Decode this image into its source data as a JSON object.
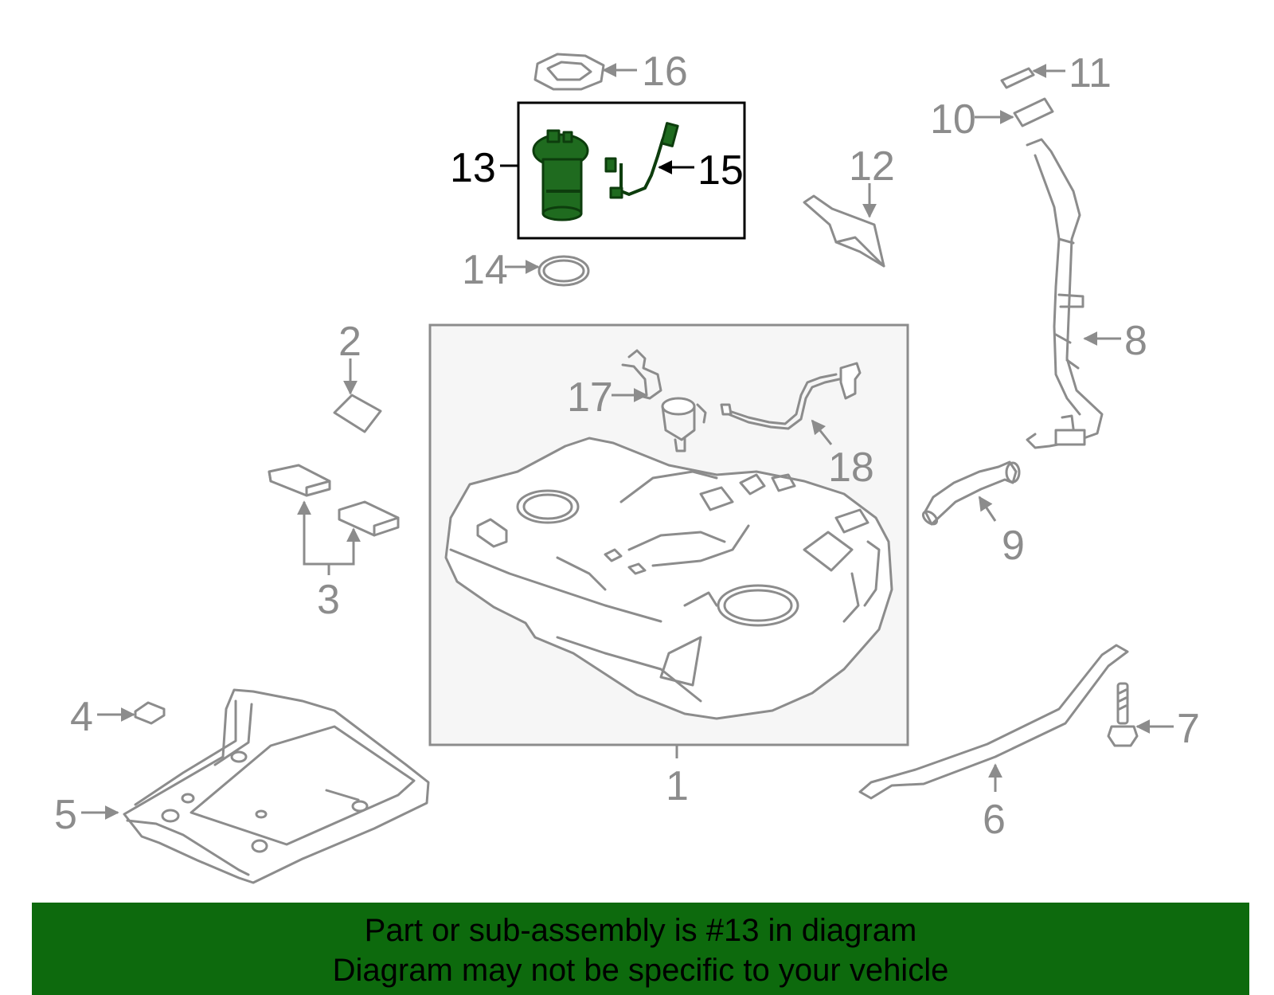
{
  "colors": {
    "part_stroke": "#8c8c8c",
    "highlight_fill": "#1f6b1f",
    "banner_bg": "#0d6a0d",
    "inset_bg": "#f6f6f6"
  },
  "callouts": {
    "c1": "1",
    "c2": "2",
    "c3": "3",
    "c4": "4",
    "c5": "5",
    "c6": "6",
    "c7": "7",
    "c8": "8",
    "c9": "9",
    "c10": "10",
    "c11": "11",
    "c12": "12",
    "c13": "13",
    "c14": "14",
    "c15": "15",
    "c16": "16",
    "c17": "17",
    "c18": "18"
  },
  "banner": {
    "line1": "Part or sub-assembly is #13 in diagram",
    "line2": "Diagram may not be specific to your vehicle"
  }
}
